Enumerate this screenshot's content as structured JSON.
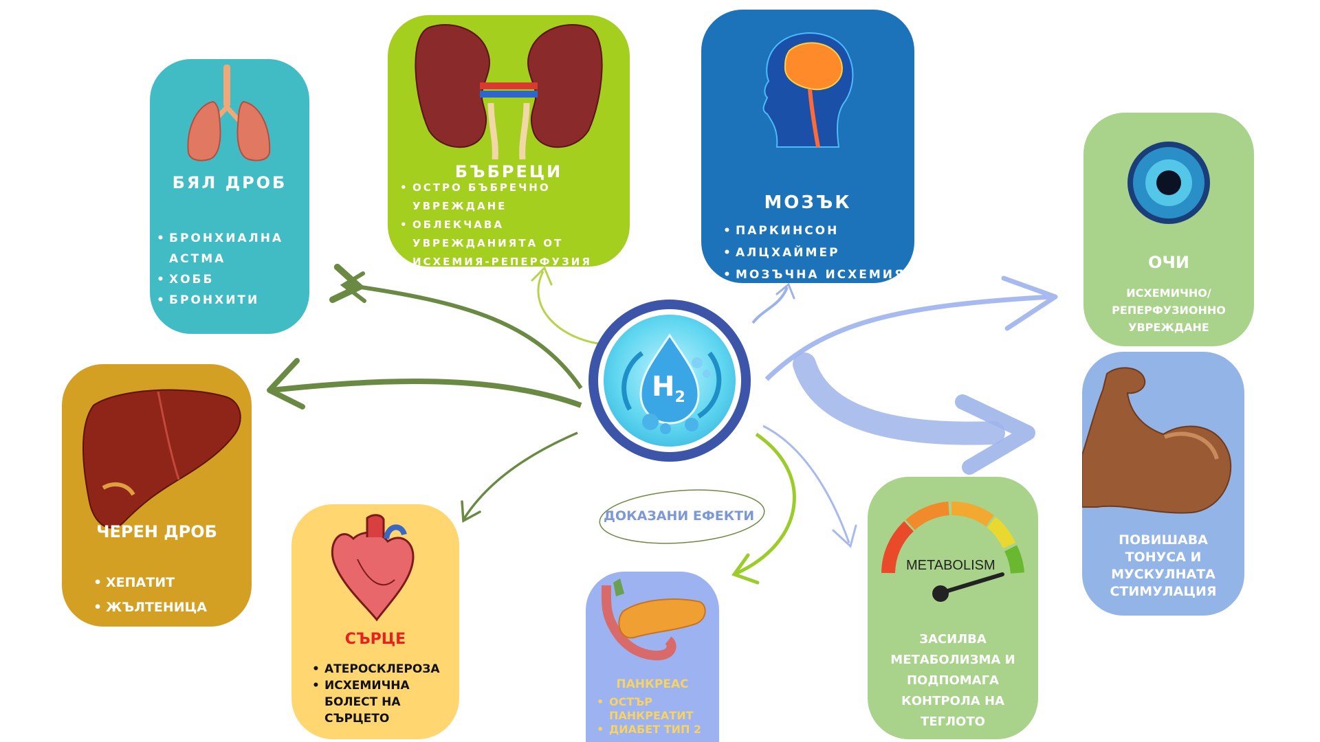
{
  "colors": {
    "lungs": "#41bcc4",
    "kidneys": "#a4cf1e",
    "brain": "#1d73b9",
    "eyes": "#a9d28a",
    "muscle": "#93b4e6",
    "liver": "#d3a024",
    "heart": "#ffd670",
    "pancreas": "#9db2f0",
    "metabolism": "#a9d28a",
    "hub_ring": "#3c55a8",
    "arrow_green": "#6a8a43",
    "arrow_lime": "#9ccc2a",
    "arrow_blue": "#a7baf0"
  },
  "hub": {
    "label": "H",
    "subscript": "2",
    "caption": "ДОКАЗАНИ ЕФЕКТИ"
  },
  "cards": {
    "lungs": {
      "title": "БЯЛ ДРОБ",
      "items": [
        "БРОНХИАЛНА АСТМА",
        "ХОББ",
        "БРОНХИТИ"
      ]
    },
    "kidneys": {
      "title": "БЪБРЕЦИ",
      "items": [
        "ОСТРО БЪБРЕЧНО УВРЕЖДАНЕ",
        "ОБЛЕКЧАВА УВРЕЖДАНИЯТА ОТ ИСХЕМИЯ-РЕПЕРФУЗИЯ"
      ]
    },
    "brain": {
      "title": "МОЗЪК",
      "items": [
        "ПАРКИНСОН",
        "АЛЦХАЙМЕР",
        "МОЗЪЧНА ИСХЕМИЯ"
      ]
    },
    "eyes": {
      "title": "ОЧИ",
      "text": "ИСХЕМИЧНО/ РЕПЕРФУЗИОННО УВРЕЖДАНЕ"
    },
    "muscle": {
      "text": "ПОВИШАВА ТОНУСА И МУСКУЛНАТА СТИМУЛАЦИЯ"
    },
    "liver": {
      "title": "ЧЕРЕН ДРОБ",
      "items": [
        "ХЕПАТИТ",
        "ЖЪЛТЕНИЦА"
      ]
    },
    "heart": {
      "title": "СЪРЦЕ",
      "items": [
        "АТЕРОСКЛЕРОЗА",
        "ИСХЕМИЧНА БОЛЕСТ НА СЪРЦЕТО"
      ]
    },
    "pancreas": {
      "title": "ПАНКРЕАС",
      "items": [
        "ОСТЪР ПАНКРЕАТИТ",
        "ДИАБЕТ ТИП 2"
      ]
    },
    "metabolism": {
      "gauge_label": "METABOLISM",
      "text": "ЗАСИЛВА МЕТАБОЛИЗМА И ПОДПОМАГА КОНТРОЛА НА ТЕГЛОТО"
    }
  },
  "icons": {
    "lungs": "lungs-icon",
    "kidneys": "kidneys-icon",
    "brain": "brain-icon",
    "eye": "eye-icon",
    "muscle": "flexed-arm-icon",
    "liver": "liver-icon",
    "heart": "heart-icon",
    "pancreas": "pancreas-icon",
    "gauge": "gauge-icon",
    "hub": "h2-drop-icon"
  }
}
